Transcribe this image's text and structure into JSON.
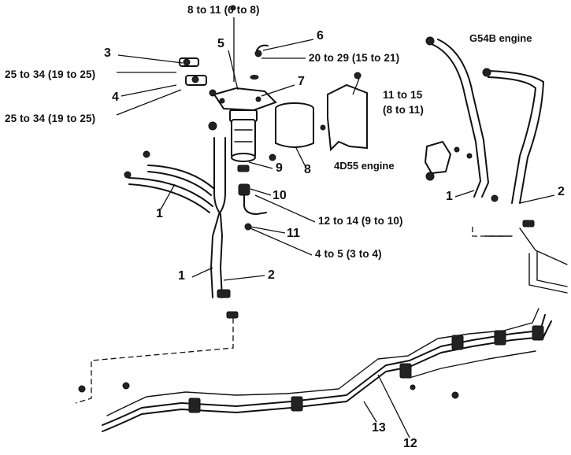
{
  "engines": {
    "g54b": "G54B engine",
    "d4d55": "4D55 engine"
  },
  "callouts": {
    "c1a": "1",
    "c1b": "1",
    "c1c": "1",
    "c2a": "2",
    "c2b": "2",
    "c3": "3",
    "c4": "4",
    "c5": "5",
    "c6": "6",
    "c7": "7",
    "c8": "8",
    "c9": "9",
    "c10": "10",
    "c11": "11",
    "c12": "12",
    "c13": "13"
  },
  "torques": {
    "t_top": "8 to 11 (6 to 8)",
    "t_3": "25 to 34 (19 to 25)",
    "t_4": "25 to 34 (19 to 25)",
    "t_6": "20 to 29 (15 to 21)",
    "t_11a": "11 to 15",
    "t_11b": "(8 to 11)",
    "t_10": "12 to 14 (9 to 10)",
    "t_11": "4 to 5 (3 to 4)"
  }
}
